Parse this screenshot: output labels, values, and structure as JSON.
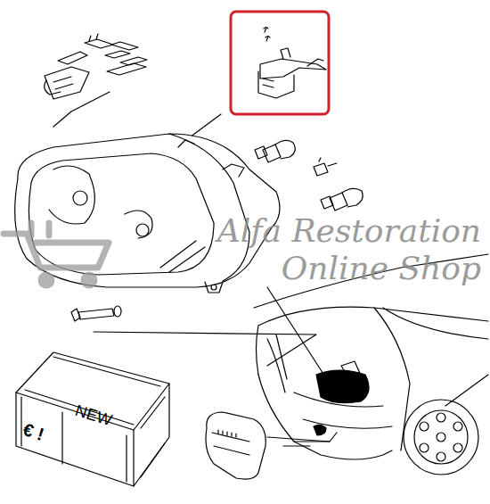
{
  "diagram": {
    "labels": [
      "Alfa Restoration Online Shop",
      "NEW",
      "€ !"
    ]
  }
}
